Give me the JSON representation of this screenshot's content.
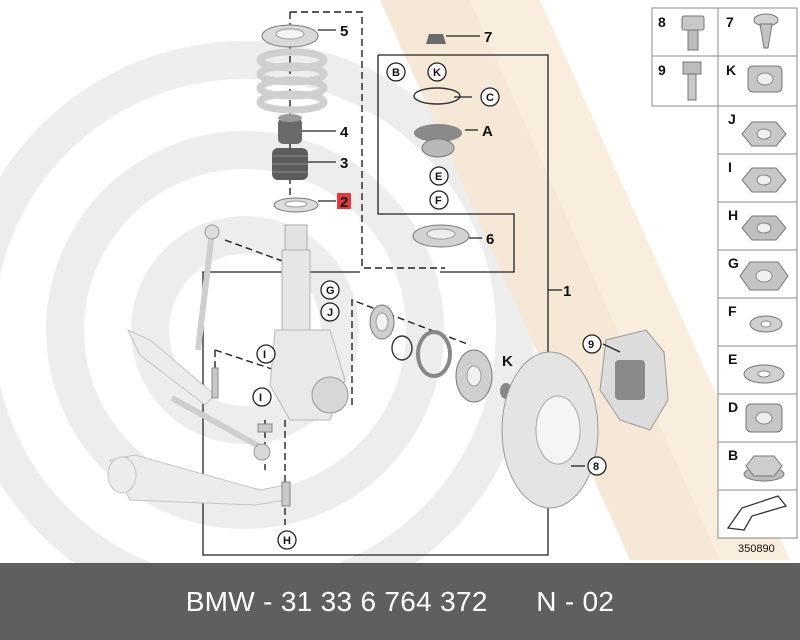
{
  "diagram": {
    "title": "",
    "callouts": {
      "c1": "1",
      "c2": "2",
      "c3": "3",
      "c4": "4",
      "c5": "5",
      "c6": "6",
      "c7": "7",
      "c8": "8",
      "c9": "9"
    },
    "circle_labels": {
      "A": "A",
      "B": "B",
      "C": "C",
      "E": "E",
      "F": "F",
      "G": "G",
      "H": "H",
      "I1": "I",
      "I2": "I",
      "J": "J",
      "K1": "K",
      "K2": "K"
    },
    "highlight_color": "#e4393d",
    "watermark_colors": [
      "#e9e9e9",
      "#f2e0c8"
    ]
  },
  "legend": {
    "items": [
      {
        "label": "8",
        "icon": "flange-bolt-icon"
      },
      {
        "label": "7",
        "icon": "push-clip-icon"
      },
      {
        "label": "9",
        "icon": "hex-bolt-icon"
      },
      {
        "label": "K",
        "icon": "collar-nut-icon"
      },
      {
        "label": "J",
        "icon": "hex-nut-icon"
      },
      {
        "label": "I",
        "icon": "flange-nut-icon"
      },
      {
        "label": "H",
        "icon": "lock-nut-icon"
      },
      {
        "label": "G",
        "icon": "hex-nut-icon"
      },
      {
        "label": "F",
        "icon": "washer-icon"
      },
      {
        "label": "E",
        "icon": "washer-icon"
      },
      {
        "label": "D",
        "icon": "collar-nut-icon"
      },
      {
        "label": "B",
        "icon": "flange-nut-icon"
      }
    ],
    "reference_number": "350890"
  },
  "footer": {
    "brand": "BMW",
    "separator": "-",
    "part_number": "31 33 6 764 372",
    "code": "N - 02"
  }
}
